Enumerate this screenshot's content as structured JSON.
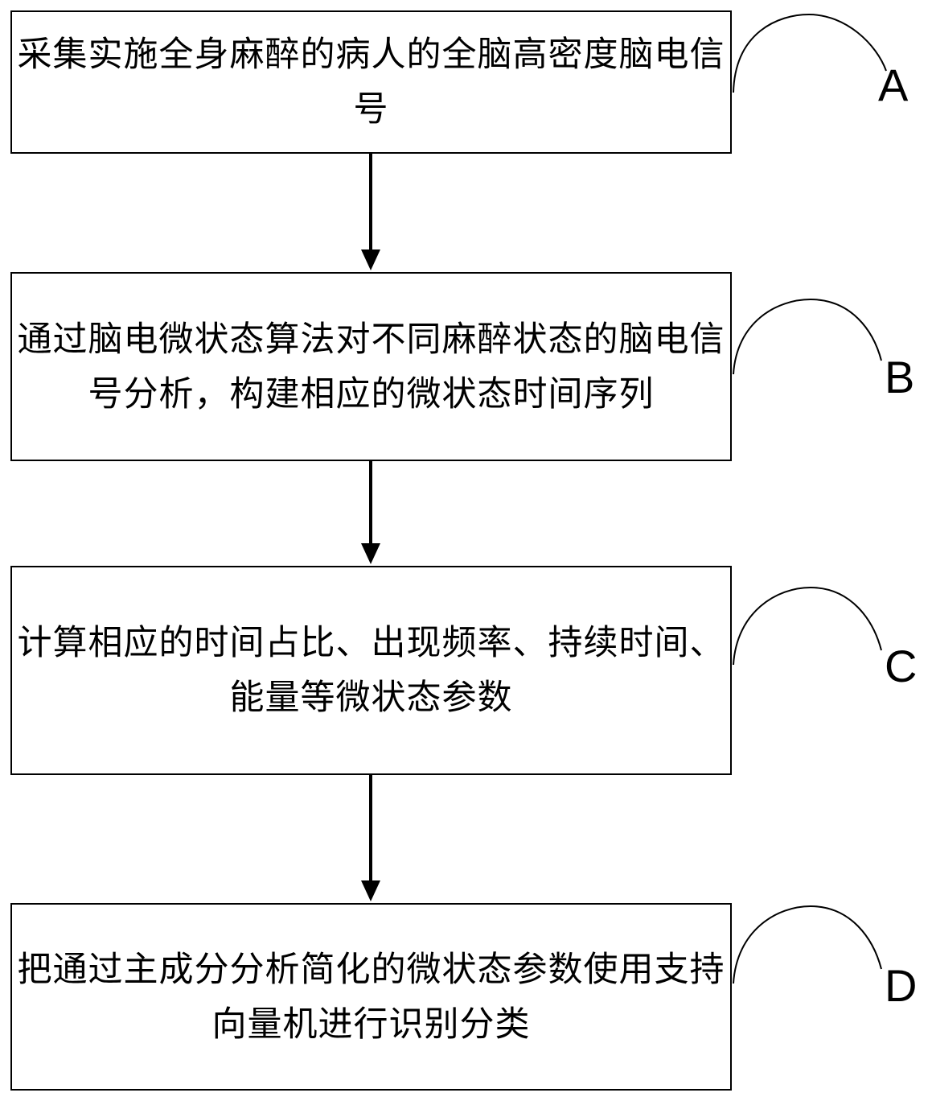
{
  "steps": [
    {
      "text": "采集实施全身麻醉的病人的全脑高密度脑电信号",
      "label": "A"
    },
    {
      "text": "通过脑电微状态算法对不同麻醉状态的脑电信号分析，构建相应的微状态时间序列",
      "label": "B"
    },
    {
      "text": "计算相应的时间占比、出现频率、持续时间、能量等微状态参数",
      "label": "C"
    },
    {
      "text": "把通过主成分分析简化的微状态参数使用支持向量机进行识别分类",
      "label": "D"
    }
  ],
  "colors": {
    "line": "#000000",
    "background": "#ffffff"
  }
}
